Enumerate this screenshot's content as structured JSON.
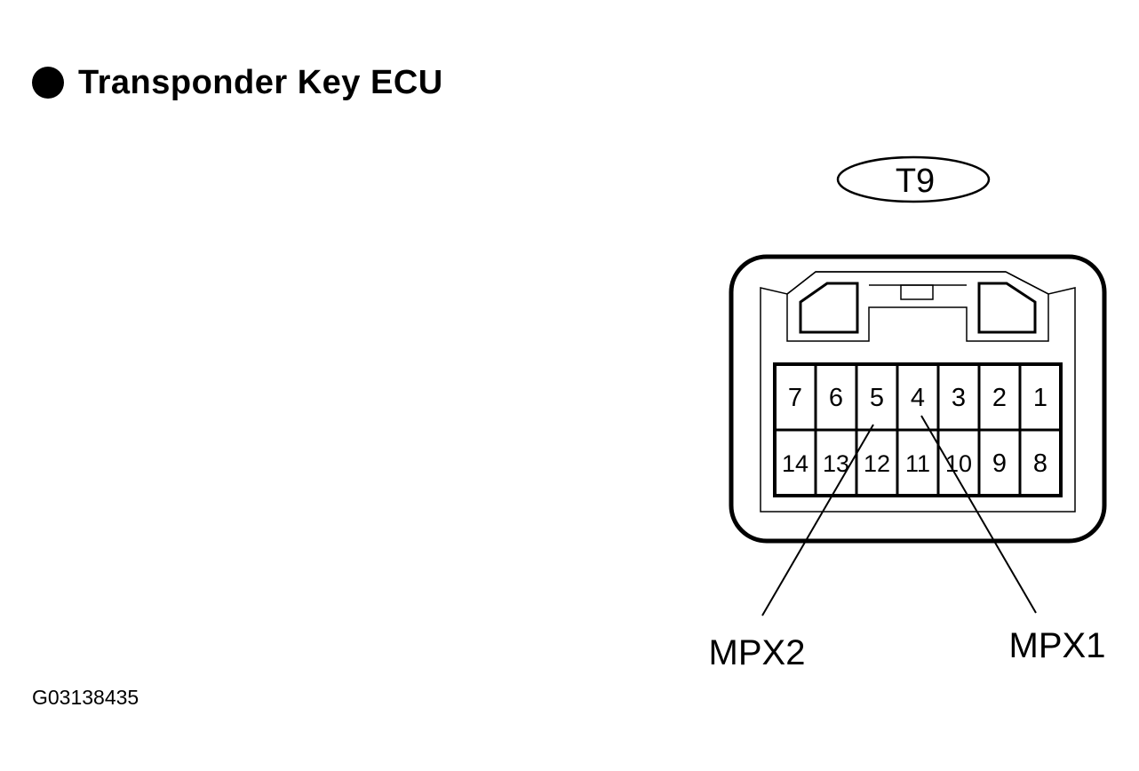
{
  "title": "Transponder Key ECU",
  "connector": {
    "id": "T9",
    "top_row": [
      "7",
      "6",
      "5",
      "4",
      "3",
      "2",
      "1"
    ],
    "bottom_row": [
      "14",
      "13",
      "12",
      "11",
      "10",
      "9",
      "8"
    ]
  },
  "callouts": {
    "left": "MPX2",
    "right": "MPX1"
  },
  "figure_code": "G03138435"
}
